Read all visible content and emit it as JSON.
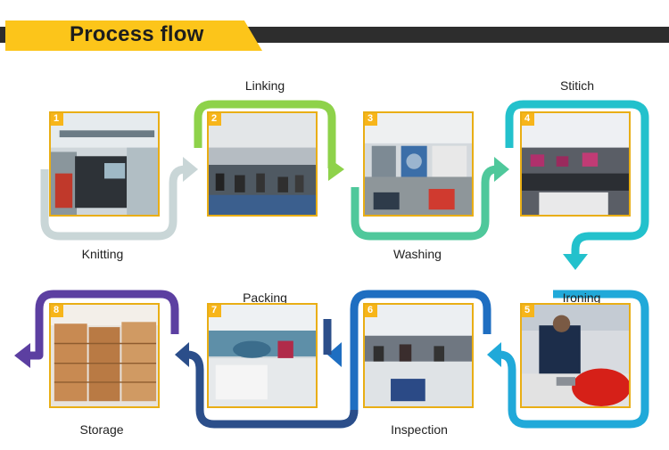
{
  "title": "Process flow",
  "colors": {
    "accent": "#fcc51a",
    "header_band": "#2d2d2d",
    "knitting": "#c9d6d7",
    "linking": "#8ed24a",
    "washing": "#4fc89b",
    "stitich": "#23c1cc",
    "ironing": "#20a9d9",
    "inspection": "#1e6ec1",
    "packing": "#2b4e8a",
    "storage": "#5c3fa1"
  },
  "steps": [
    {
      "number": "1",
      "label": "Knitting"
    },
    {
      "number": "2",
      "label": "Linking"
    },
    {
      "number": "3",
      "label": "Washing"
    },
    {
      "number": "4",
      "label": "Stitich"
    },
    {
      "number": "5",
      "label": "Ironing"
    },
    {
      "number": "6",
      "label": "Inspection"
    },
    {
      "number": "7",
      "label": "Packing"
    },
    {
      "number": "8",
      "label": "Storage"
    }
  ]
}
